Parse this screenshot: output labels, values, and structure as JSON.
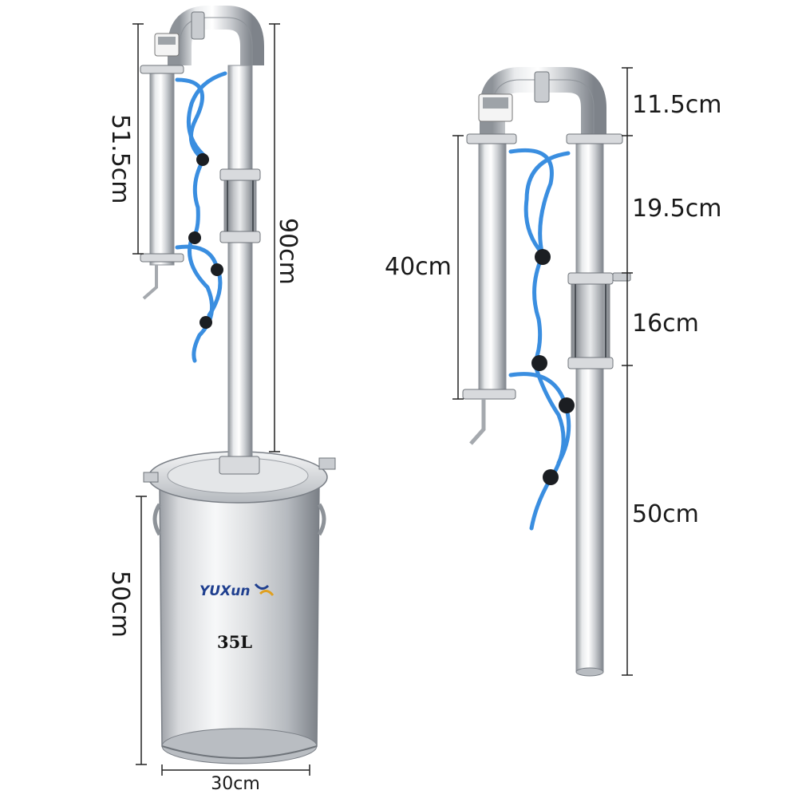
{
  "left_unit": {
    "brand": "YUXun",
    "capacity": "35L",
    "dim_condenser_height": "51.5cm",
    "dim_column_height": "90cm",
    "dim_pot_height": "50cm",
    "dim_pot_width": "30cm"
  },
  "right_unit": {
    "dim_top_bend": "11.5cm",
    "dim_upper_column": "19.5cm",
    "dim_sight_glass": "16cm",
    "dim_lower_column": "50cm",
    "dim_condenser": "40cm"
  },
  "colors": {
    "steel_light": "#f4f5f6",
    "steel_mid": "#c9ccd0",
    "steel_dark": "#8d9298",
    "hose_blue": "#3a8ee0",
    "valve_black": "#1b1e22",
    "brand_blue": "#1f3f8f",
    "brand_accent": "#e0a020"
  }
}
